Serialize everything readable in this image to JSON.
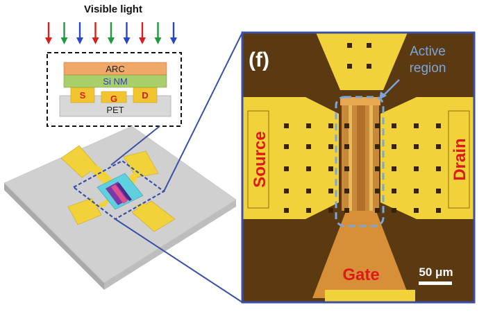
{
  "header": {
    "visible_light": "Visible light"
  },
  "arrow_colors": [
    "#d42020",
    "#1e9a3c",
    "#2848c8",
    "#d42020",
    "#1e9a3c",
    "#2848c8",
    "#d42020",
    "#1e9a3c",
    "#2848c8"
  ],
  "stack": {
    "arc_label": "ARC",
    "si_nm_label": "Si NM",
    "source_label": "S",
    "gate_label": "G",
    "drain_label": "D",
    "substrate_label": "PET"
  },
  "micrograph": {
    "panel_label": "(f)",
    "active_region_line1": "Active",
    "active_region_line2": "region",
    "source_label": "Source",
    "drain_label": "Drain",
    "gate_label": "Gate",
    "scale_bar_label": "50 μm"
  },
  "colors": {
    "gold": "#f2d23a",
    "substrate_brown": "#5b3a12",
    "connector_blue": "#3a4fa8",
    "annotation_blue": "#7aa6dc",
    "label_red": "#e01818",
    "arc_orange": "#f0a868",
    "si_green": "#a8cf6a",
    "pet_gray": "#d8d8d8"
  }
}
